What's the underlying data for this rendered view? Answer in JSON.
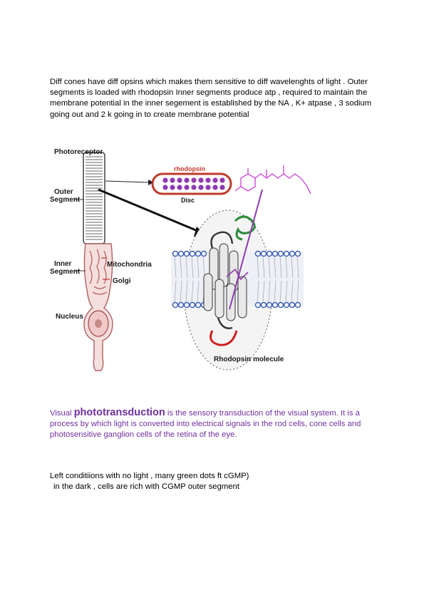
{
  "intro": {
    "text": "Diff cones have diff opsins which makes them sensitive to diff wavelenghts of light  . Outer segments is loaded  with rhodopsin   Inner segments produce atp , required to maintain the membrane potential in the inner segement  is established by the   NA , K+  atpase   , 3 sodium  going out   and 2 k going in   to create membrane potential"
  },
  "figure": {
    "photoreceptor": "Photoreceptor",
    "outer": "Outer",
    "segment_outer": "Segment",
    "inner": "Inner",
    "segment_inner": "Segment",
    "mitochondria": "Mitochondria",
    "golgi": "Golgi",
    "nucleus": "Nucleus",
    "rhodopsin": "rhodopsin",
    "disc": "Disc",
    "rhodopsin_molecule": "Rhodopsin molecule",
    "colors": {
      "label": "#1a1a1a",
      "rhodopsin": "#c0392b",
      "membrane": "#3a5fb0",
      "cell": "#c98a8a"
    }
  },
  "phototransduction": {
    "prefix": "Visual ",
    "term": "phototransduction",
    "rest": " is the sensory transduction of the visual system. It is a process by which light is converted into electrical signals in the rod cells, cone cells and photosensitive ganglion cells of the retina of the eye."
  },
  "notes": {
    "line1": "Left conditiions with no  light , many green dots  ft cGMP)",
    "line2": "in the dark , cells are rich with CGMP outer  segment"
  }
}
